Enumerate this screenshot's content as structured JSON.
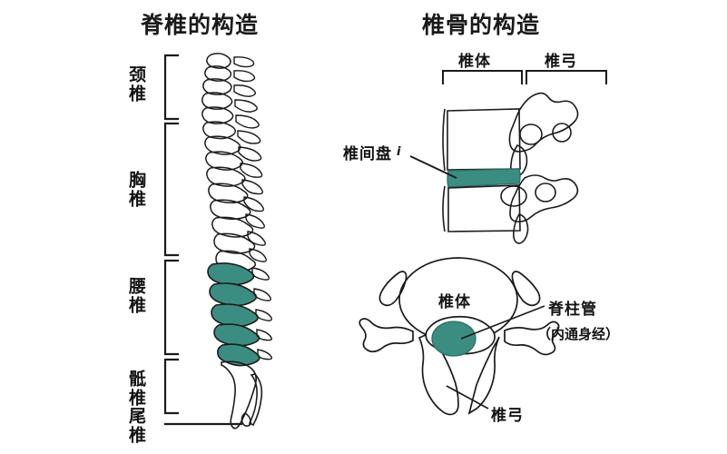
{
  "titles": {
    "left": "脊椎的构造",
    "right": "椎骨的构造"
  },
  "colors": {
    "teal": "#3b8d81",
    "teal_dark": "#2c6f66",
    "outline": "#1b1b1b",
    "text": "#141414",
    "background": "#ffffff"
  },
  "spine_diagram": {
    "region_labels": [
      {
        "id": "cervical",
        "label": "颈椎"
      },
      {
        "id": "thoracic",
        "label": "胸椎"
      },
      {
        "id": "lumbar",
        "label": "腰椎"
      },
      {
        "id": "sacral",
        "label": "骶椎"
      },
      {
        "id": "coccyx",
        "label": "尾椎"
      }
    ],
    "highlighted_region": "腰椎"
  },
  "vertebra_lateral": {
    "bracket_labels": [
      {
        "id": "vertebral-body",
        "label": "椎体"
      },
      {
        "id": "vertebral-arch",
        "label": "椎弓"
      }
    ],
    "callouts": [
      {
        "id": "intervertebral-disc",
        "label": "椎间盘",
        "marker": "i"
      }
    ]
  },
  "vertebra_superior": {
    "inner_labels": [
      {
        "id": "vertebral-body",
        "label": "椎体"
      }
    ],
    "callouts": [
      {
        "id": "spinal-canal",
        "label": "脊柱管",
        "note": "（内通身经）"
      },
      {
        "id": "vertebral-arch",
        "label": "椎弓"
      }
    ]
  }
}
